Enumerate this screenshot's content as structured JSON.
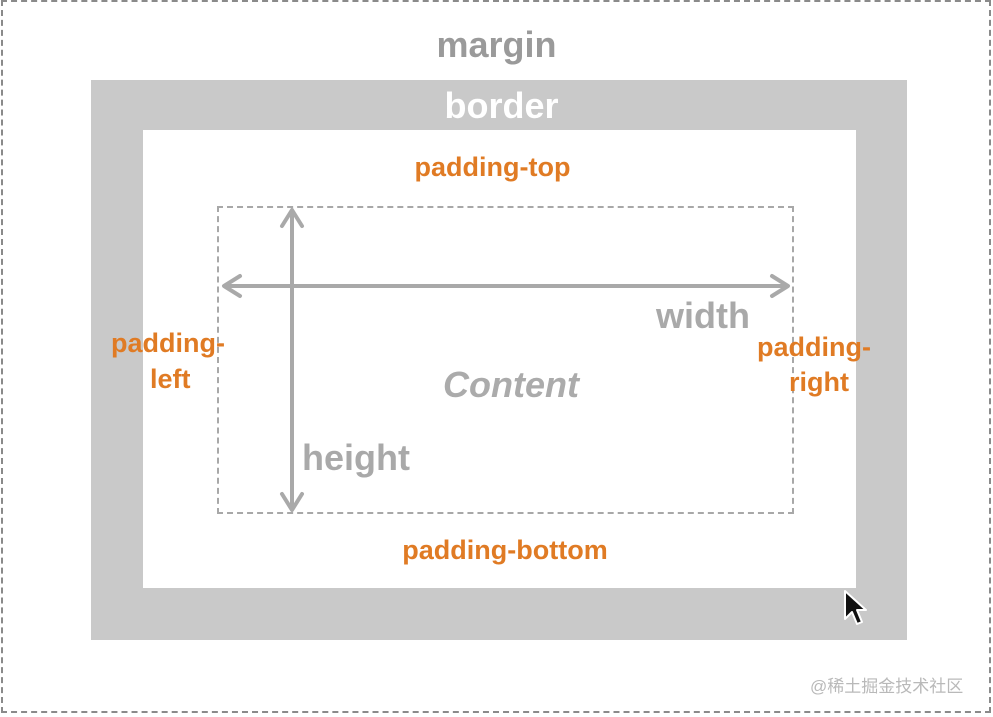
{
  "diagram": {
    "margin_label": "margin",
    "border_label": "border",
    "padding_top_label": "padding-top",
    "padding_bottom_label": "padding-bottom",
    "padding_left_line1": "padding-",
    "padding_left_line2": "left",
    "padding_right_line1": "padding-",
    "padding_right_line2": "right",
    "width_label": "width",
    "height_label": "height",
    "content_label": "Content"
  },
  "watermark": "@稀土掘金技术社区",
  "colors": {
    "border_fill": "#c9c9c9",
    "padding_text": "#e07b24",
    "dimension_text": "#a9a9a9"
  },
  "icons": {
    "cursor": "mouse-pointer-icon",
    "width_arrow": "double-headed-horizontal-arrow",
    "height_arrow": "double-headed-vertical-arrow"
  }
}
